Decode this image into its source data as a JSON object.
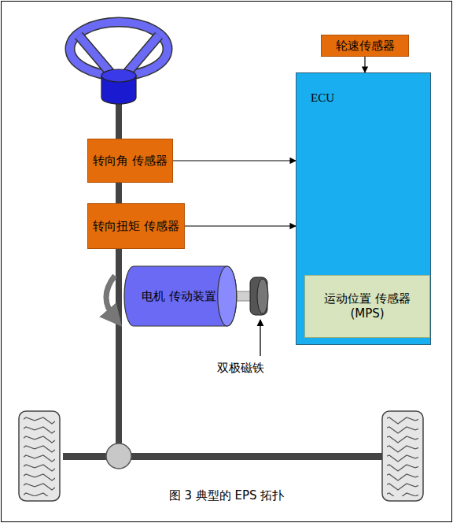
{
  "diagram": {
    "caption": "图 3 典型的 EPS 拓扑",
    "nodes": [
      {
        "text": [
          "轮速传感器"
        ]
      },
      {
        "text": [
          "ECU"
        ]
      },
      {
        "text": [
          "转向角 传感器"
        ]
      },
      {
        "text": [
          "转向扭矩 传感器"
        ]
      },
      {
        "text": [
          "电机 传动装置"
        ]
      },
      {
        "text": [
          "运动位置 传感器 (MPS)"
        ],
        "in": 1
      }
    ],
    "edges": [
      {
        "from": 0,
        "to": 1,
        "arrow": "to"
      },
      {
        "from": 2,
        "to": 1,
        "arrow": "to"
      },
      {
        "from": 3,
        "to": 1,
        "arrow": "to"
      }
    ],
    "labels": [
      "双极磁铁"
    ]
  }
}
